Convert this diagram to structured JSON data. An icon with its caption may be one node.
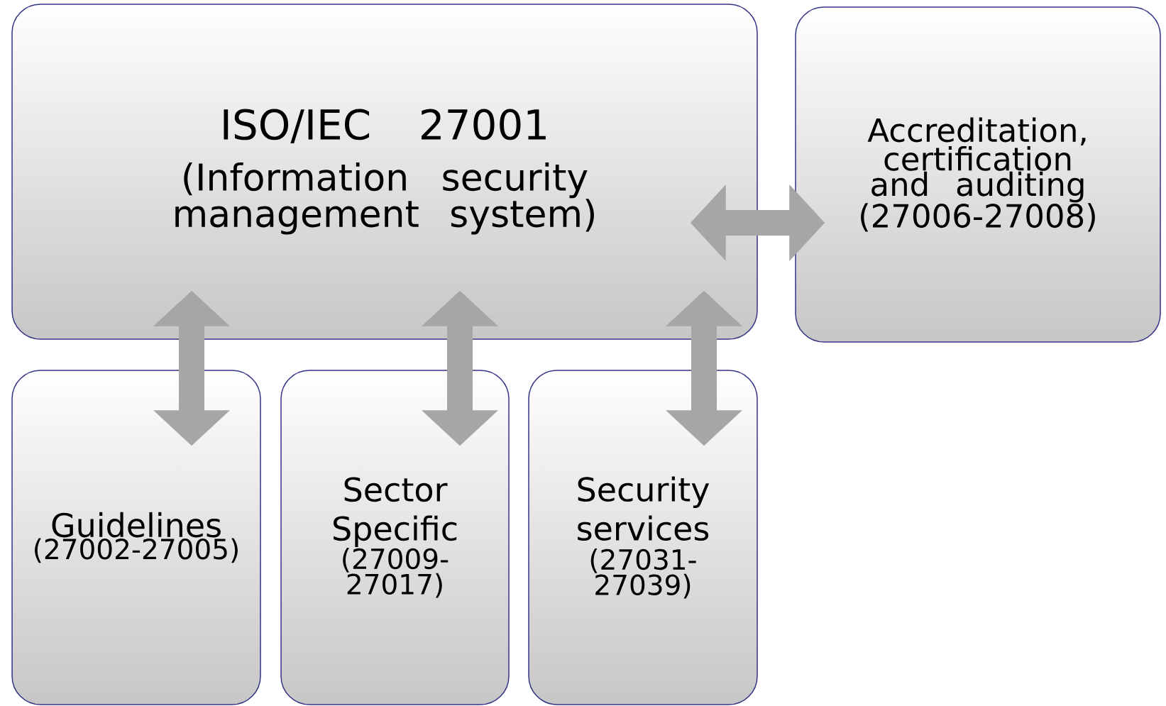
{
  "diagram": {
    "nodes": [
      {
        "text": [
          "ISO/IEC 27001",
          "(Information security management system)"
        ]
      },
      {
        "text": [
          "Accreditation, certification and auditing (27006-27008)"
        ]
      },
      {
        "text": [
          "Guidelines",
          "(27002-27005)"
        ]
      },
      {
        "text": [
          "Sector Specific",
          "(27009-27017)"
        ]
      },
      {
        "text": [
          "Security services",
          "(27031-27039)"
        ]
      }
    ],
    "edges": [
      {
        "from": 0,
        "to": 2,
        "arrow": "both"
      },
      {
        "from": 0,
        "to": 3,
        "arrow": "both"
      },
      {
        "from": 0,
        "to": 4,
        "arrow": "both"
      },
      {
        "from": 0,
        "to": 1,
        "arrow": "both"
      }
    ]
  }
}
